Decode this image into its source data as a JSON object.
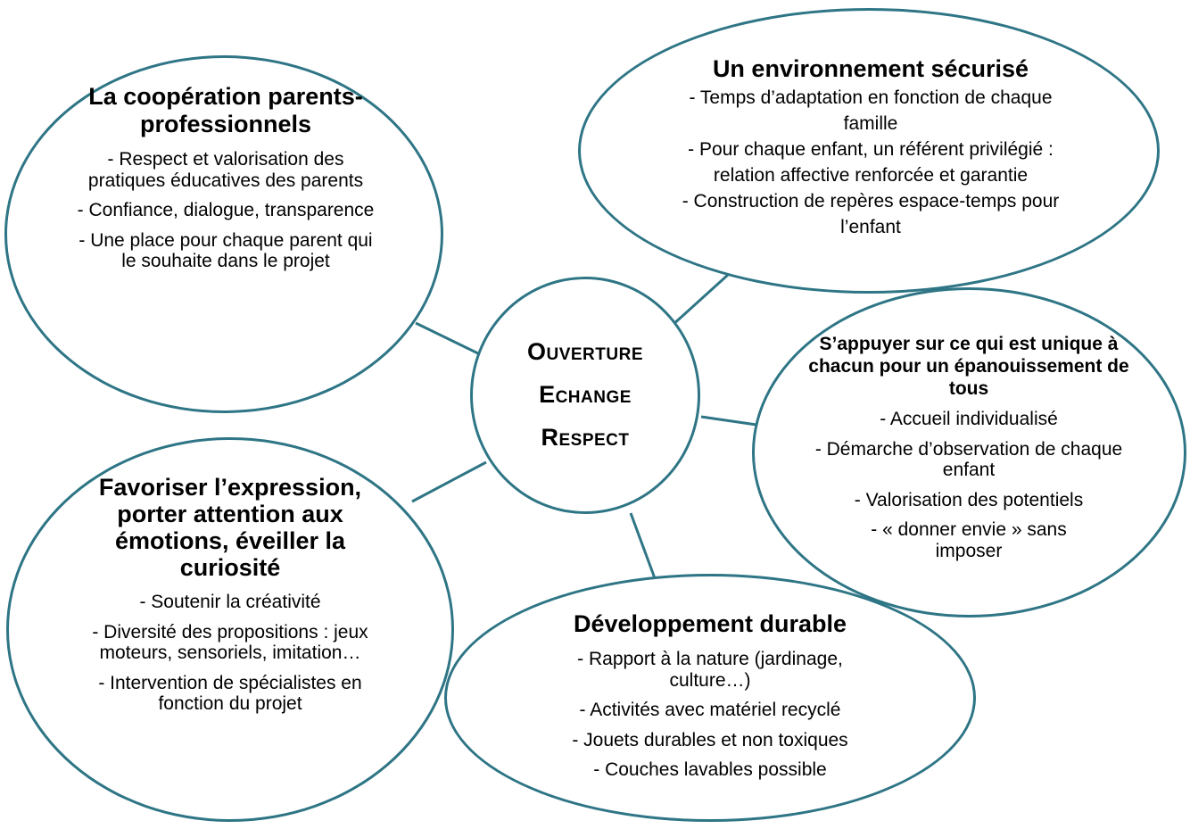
{
  "colors": {
    "bubble_border": "#2e7585",
    "connector": "#2e7585",
    "text": "#000000",
    "background": "#ffffff"
  },
  "center": {
    "words": [
      "Ouverture",
      "Echange",
      "Respect"
    ]
  },
  "bubbles": {
    "cooperation": {
      "title": "La coopération parents-professionnels",
      "items": [
        "- Respect et valorisation des pratiques éducatives des parents",
        "-  Confiance, dialogue, transparence",
        "- Une place pour chaque parent qui le souhaite dans le projet"
      ]
    },
    "environnement": {
      "title": "Un environnement sécurisé",
      "items": [
        "- Temps d’adaptation en fonction de chaque famille",
        "- Pour chaque enfant, un référent privilégié : relation affective renforcée et garantie",
        "- Construction de repères espace-temps pour l’enfant"
      ]
    },
    "unique": {
      "title": "S’appuyer sur ce qui est unique à chacun pour un épanouissement de tous",
      "items": [
        "- Accueil individualisé",
        "- Démarche d’observation de chaque enfant",
        "- Valorisation des potentiels",
        "- « donner envie » sans imposer"
      ]
    },
    "developpement": {
      "title": "Développement durable",
      "items": [
        "- Rapport à la nature (jardinage, culture…)",
        "- Activités  avec matériel recyclé",
        "- Jouets durables et non toxiques",
        "- Couches lavables possible"
      ]
    },
    "expression": {
      "title": "Favoriser l’expression, porter attention aux émotions, éveiller la curiosité",
      "items": [
        "- Soutenir la créativité",
        "- Diversité des propositions : jeux moteurs, sensoriels, imitation…",
        "- Intervention de spécialistes en fonction du projet"
      ]
    }
  }
}
